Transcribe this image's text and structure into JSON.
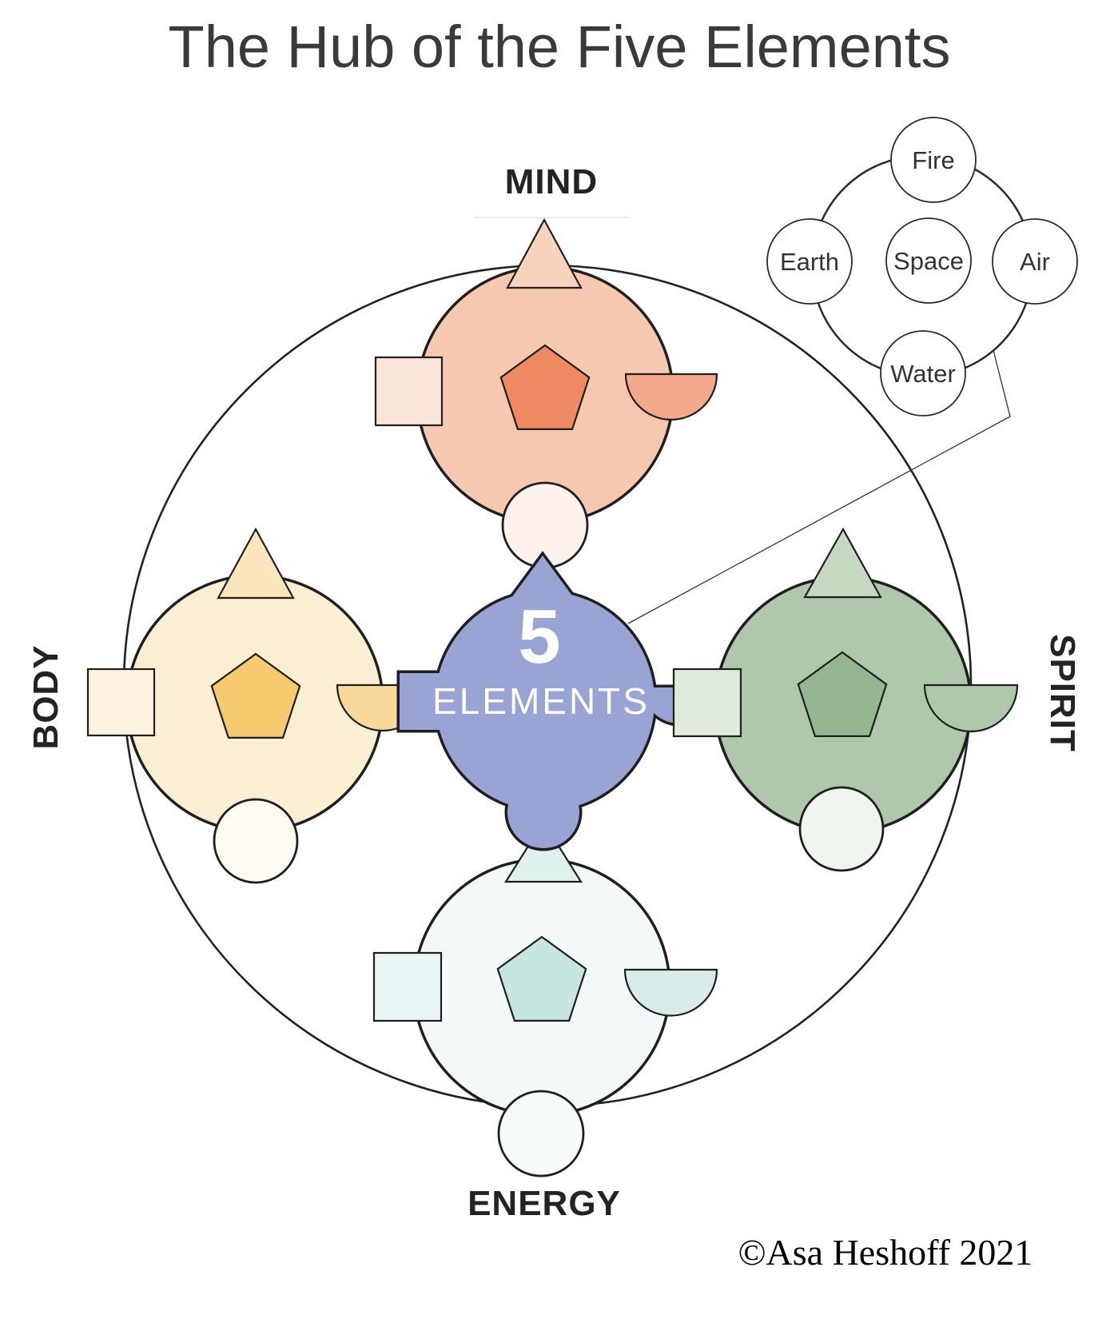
{
  "title": "The Hub of the Five Elements",
  "hub": {
    "number": "5",
    "label": "ELEMENTS"
  },
  "quadrants": {
    "mind": {
      "label": "MIND"
    },
    "body": {
      "label": "BODY"
    },
    "spirit": {
      "label": "SPIRIT"
    },
    "energy": {
      "label": "ENERGY"
    }
  },
  "legend": {
    "fire": "Fire",
    "earth": "Earth",
    "space": "Space",
    "air": "Air",
    "water": "Water"
  },
  "copyright": "©Asa Heshoff 2021",
  "palette": {
    "outline": "#1f1f1f",
    "hub": {
      "fill": "#99A4D4",
      "text": "#ffffff"
    },
    "mind": {
      "circle": "#F7C8B0",
      "triangle": "#F9D3BE",
      "square": "#FBE4D8",
      "pentagon": "#F08A63",
      "bowl": "#F4A98C",
      "dot": "#FDF2EC"
    },
    "body": {
      "circle": "#FAEFD2",
      "triangle": "#FAE5BC",
      "square": "#FCF4DE",
      "pentagon": "#F7CA70",
      "bowl": "#F9DA9B",
      "dot": "#FEFBF2"
    },
    "spirit": {
      "circle": "#AFC7AB",
      "triangle": "#C6D8C2",
      "square": "#E0EBDD",
      "pentagon": "#94B690",
      "bowl": "#AFC7AB",
      "dot": "#F0F5EE"
    },
    "energy": {
      "circle": "#F3F8F9",
      "triangle": "#E0F0ED",
      "square": "#E9F4F4",
      "pentagon": "#C7E5E1",
      "bowl": "#D7ECEA",
      "dot": "#F7FAFB"
    }
  }
}
